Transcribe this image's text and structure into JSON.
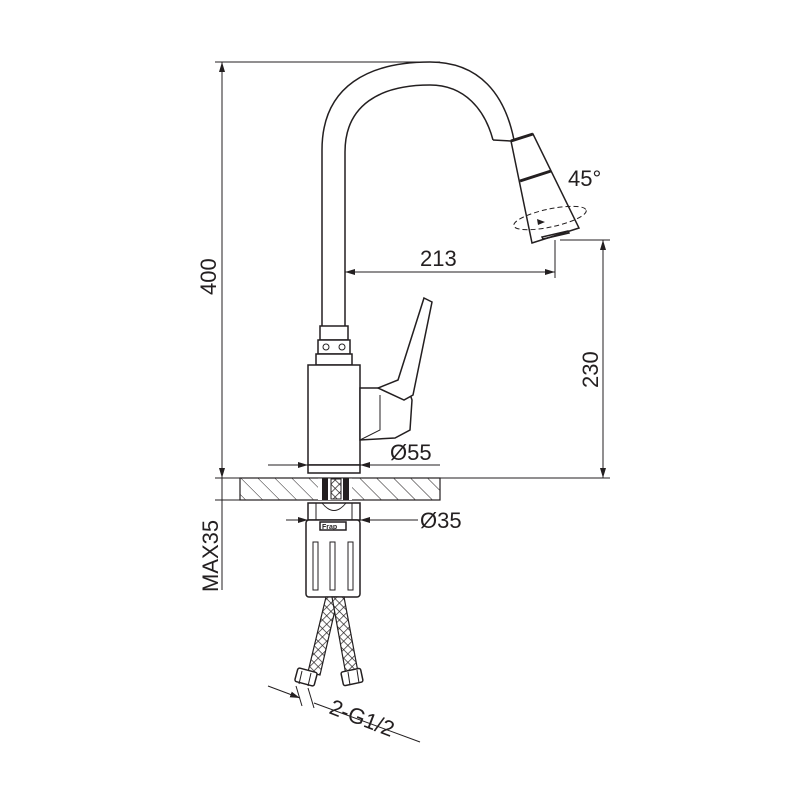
{
  "dimensions": {
    "height_total": "400",
    "spout_reach": "213",
    "spout_height": "230",
    "rotation_angle": "45°",
    "base_diameter": "Ø55",
    "shank_diameter": "Ø35",
    "max_countertop": "MAX35",
    "connection": "2-G1/2"
  },
  "logo_text": "Frap",
  "line_color": "#231f20"
}
